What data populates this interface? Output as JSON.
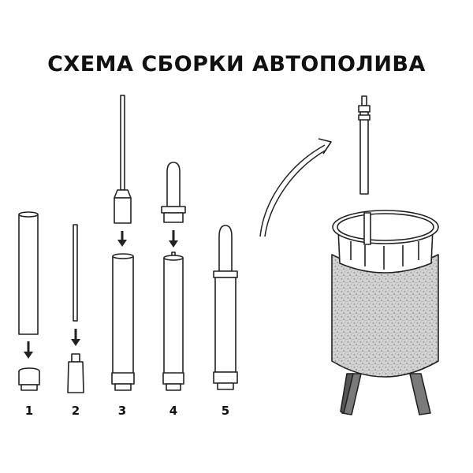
{
  "title": "СХЕМА СБОРКИ АВТОПОЛИВА",
  "steps": [
    {
      "label": "1"
    },
    {
      "label": "2"
    },
    {
      "label": "3"
    },
    {
      "label": "4"
    },
    {
      "label": "5"
    }
  ],
  "colors": {
    "line": "#222222",
    "fill": "#ffffff",
    "pot_body": "#c8c8c8",
    "legs": "#7a7a7a"
  }
}
